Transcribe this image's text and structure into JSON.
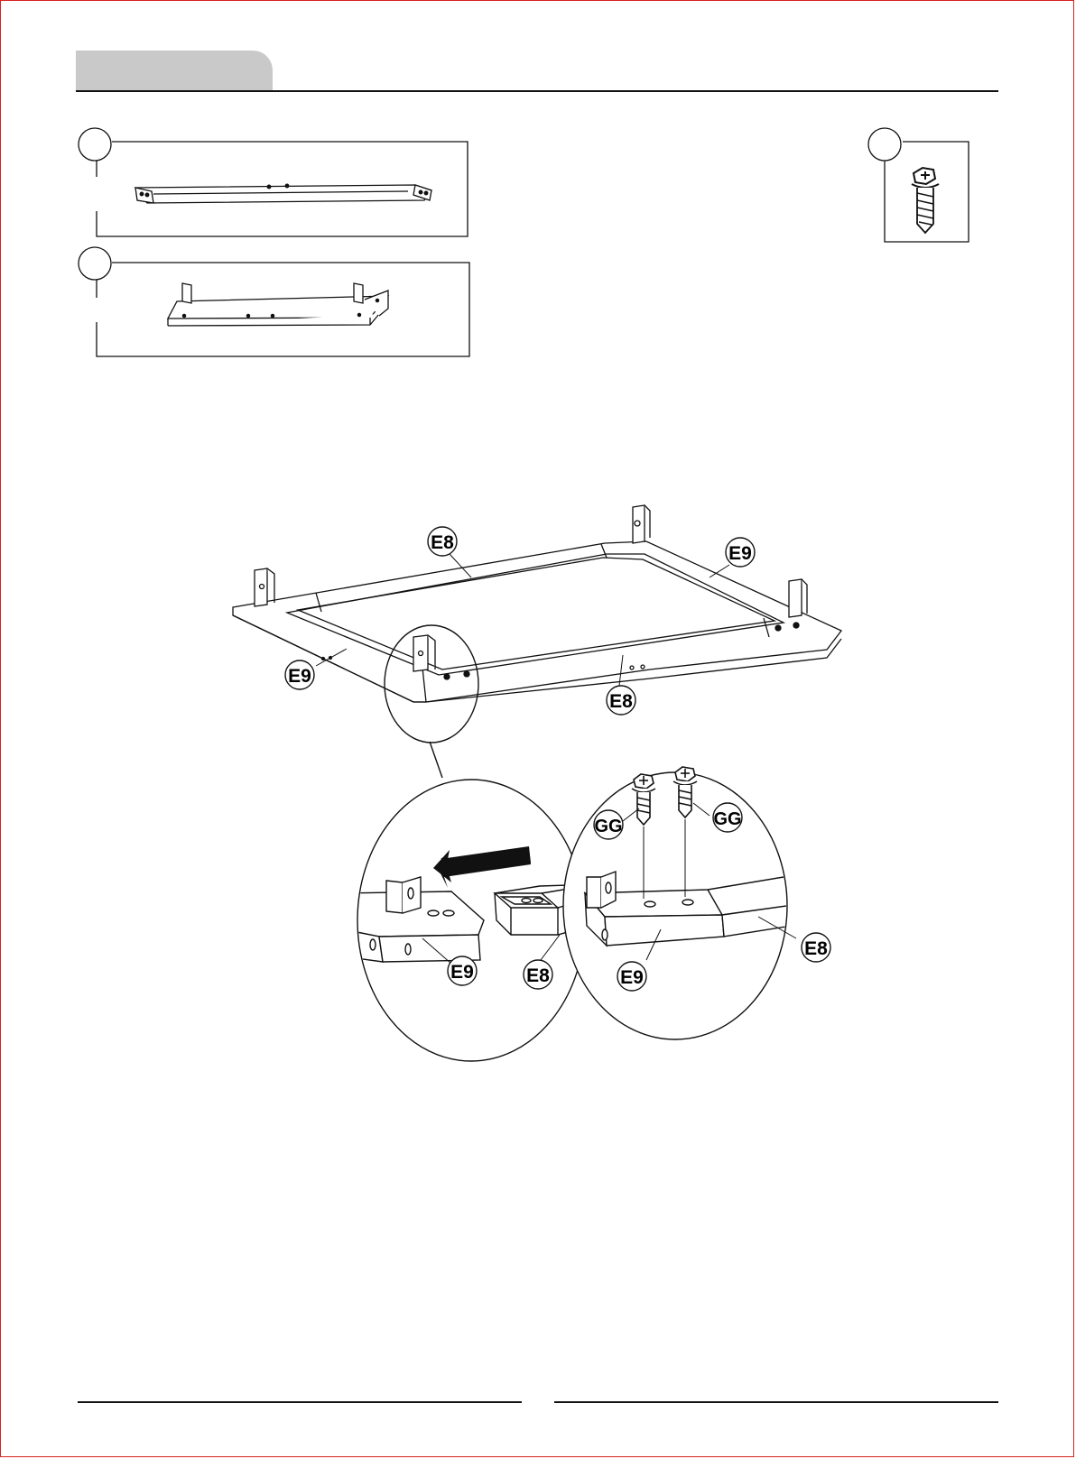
{
  "callouts": {
    "e8": "E8",
    "e9": "E9",
    "gg": "GG"
  },
  "parts": [
    {
      "id": "part-e8-tube"
    },
    {
      "id": "part-e9-bracket"
    },
    {
      "id": "part-gg-screw"
    }
  ]
}
